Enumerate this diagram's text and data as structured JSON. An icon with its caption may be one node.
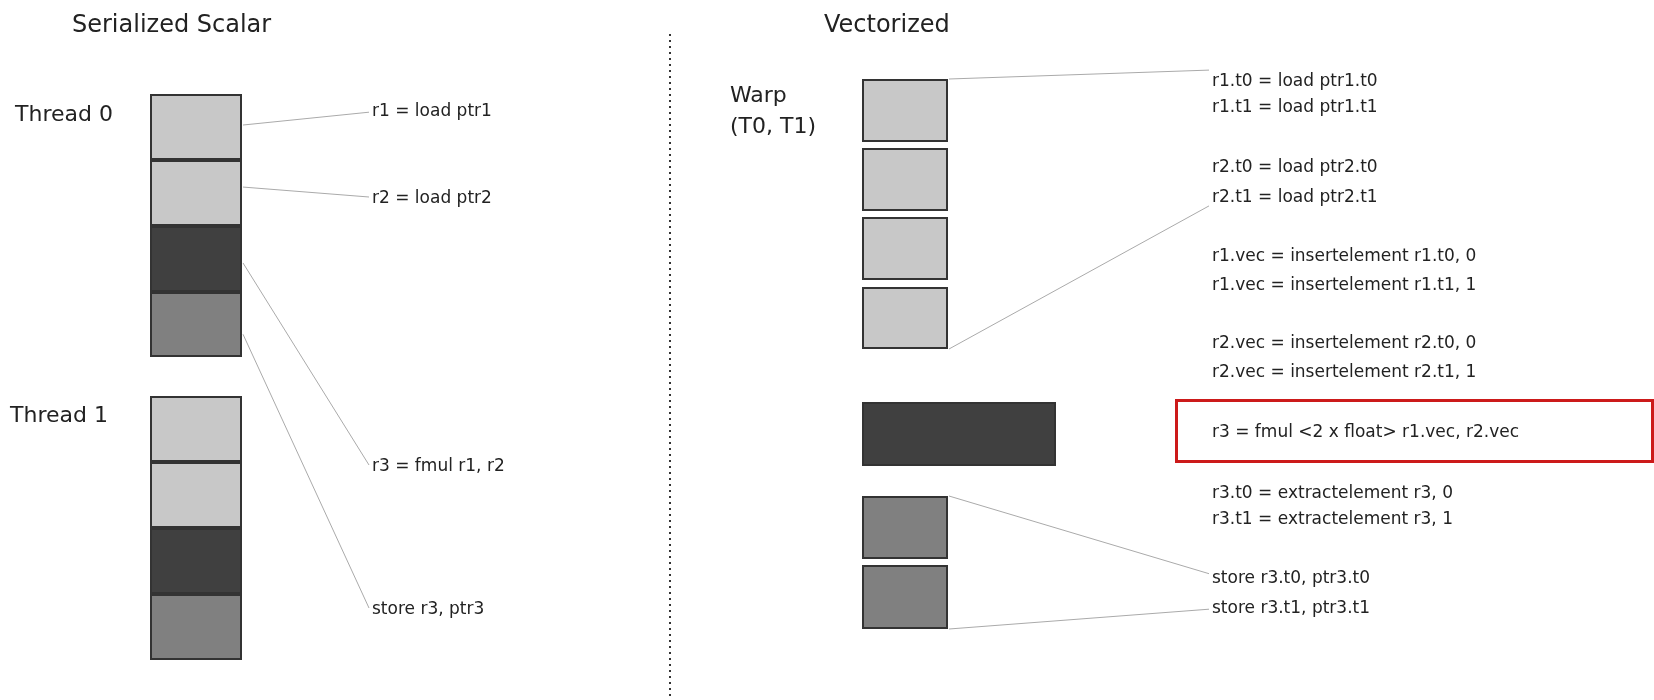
{
  "diagram": {
    "nodes": [
      {
        "text": [],
        "shape": "box"
      },
      {
        "text": [],
        "shape": "box"
      },
      {
        "text": [],
        "shape": "box"
      },
      {
        "text": [],
        "shape": "box"
      },
      {
        "text": [],
        "shape": "box"
      },
      {
        "text": [],
        "shape": "box"
      },
      {
        "text": [],
        "shape": "box"
      },
      {
        "text": [],
        "shape": "box"
      },
      {
        "text": [
          "r1 = load ptr1"
        ]
      },
      {
        "text": [
          "r2 = load ptr2"
        ]
      },
      {
        "text": [
          "r3 = fmul r1, r2"
        ]
      },
      {
        "text": [
          "store r3, ptr3"
        ]
      },
      {
        "text": [],
        "shape": "box"
      },
      {
        "text": [],
        "shape": "box"
      },
      {
        "text": [],
        "shape": "box"
      },
      {
        "text": [],
        "shape": "box"
      },
      {
        "text": [],
        "shape": "box"
      },
      {
        "text": [],
        "shape": "box"
      },
      {
        "text": [],
        "shape": "box"
      },
      {
        "text": [
          "r1.t0 = load ptr1.t0"
        ]
      },
      {
        "text": [
          "r2.t1 = load ptr2.t1"
        ]
      },
      {
        "text": [
          "r3 = fmul <2 x float> r1.vec, r2.vec"
        ]
      },
      {
        "text": [
          "store r3.t0, ptr3.t0"
        ]
      },
      {
        "text": [
          "store r3.t1, ptr3.t1"
        ]
      }
    ],
    "edges": [
      {
        "from": 8,
        "to": 0,
        "arrow": "none"
      },
      {
        "from": 9,
        "to": 1,
        "arrow": "none"
      },
      {
        "from": 10,
        "to": 2,
        "arrow": "none"
      },
      {
        "from": 11,
        "to": 3,
        "arrow": "none"
      },
      {
        "from": 19,
        "to": 12,
        "arrow": "none"
      },
      {
        "from": 20,
        "to": 15,
        "arrow": "none"
      },
      {
        "from": 22,
        "to": 17,
        "arrow": "none"
      },
      {
        "from": 23,
        "to": 18,
        "arrow": "none"
      }
    ],
    "labels": [
      "Serialized Scalar",
      "Vectorized",
      "Thread 0",
      "Thread 1",
      "Warp (T0, T1)",
      "r1.t1 = load ptr1.t1",
      "r2.t0 = load ptr2.t0",
      "r1.vec = insertelement r1.t0, 0",
      "r1.vec = insertelement r1.t1, 1",
      "r2.vec = insertelement r2.t0, 0",
      "r2.vec = insertelement r2.t1, 1",
      "r3.t0 = extractelement r3, 0",
      "r3.t1 = extractelement r3, 1"
    ]
  }
}
